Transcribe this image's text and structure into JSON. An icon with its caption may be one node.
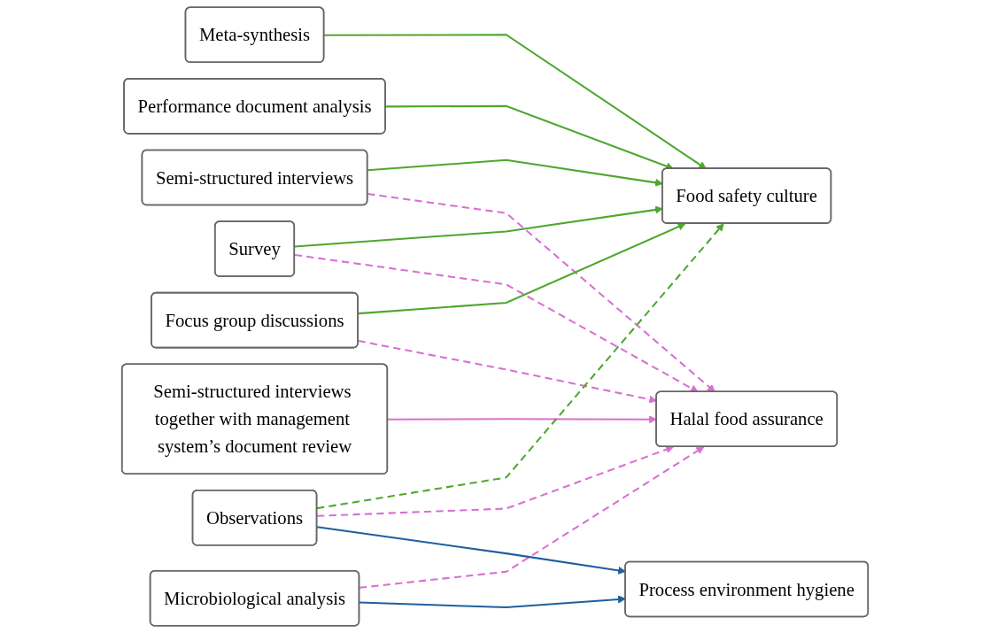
{
  "diagram": {
    "nodes": [
      {
        "text": [
          "Meta-synthesis"
        ]
      },
      {
        "text": [
          "Semi-structured interviews"
        ]
      },
      {
        "text": [
          "Survey"
        ]
      },
      {
        "text": [
          "Performance document analysis"
        ]
      },
      {
        "text": [
          "Focus group discussions"
        ]
      },
      {
        "text": [
          "Semi-structured interviews together with management system’s document review"
        ]
      },
      {
        "text": [
          "Microbiological analysis"
        ]
      },
      {
        "text": [
          "Observations"
        ]
      },
      {
        "text": [
          "Food safety culture"
        ]
      },
      {
        "text": [
          "Halal food assurance"
        ]
      },
      {
        "text": [
          "Process environment hygiene"
        ]
      }
    ],
    "edges": [
      {
        "from": 0,
        "to": 8,
        "arrow": "to",
        "color": "#4ea72e"
      },
      {
        "from": 1,
        "to": 8,
        "arrow": "to",
        "color": "#4ea72e"
      },
      {
        "from": 1,
        "to": 9,
        "arrow": "to",
        "style": "dashed",
        "color": "#d96fd3"
      },
      {
        "from": 2,
        "to": 8,
        "arrow": "to",
        "color": "#4ea72e"
      },
      {
        "from": 2,
        "to": 9,
        "arrow": "to",
        "style": "dashed",
        "color": "#d96fd3"
      },
      {
        "from": 3,
        "to": 8,
        "arrow": "to",
        "color": "#4ea72e"
      },
      {
        "from": 4,
        "to": 8,
        "arrow": "to",
        "color": "#4ea72e"
      },
      {
        "from": 4,
        "to": 9,
        "arrow": "to",
        "style": "dashed",
        "color": "#d96fd3"
      },
      {
        "from": 5,
        "to": 9,
        "arrow": "to",
        "color": "#d96fd3"
      },
      {
        "from": 6,
        "to": 9,
        "arrow": "to",
        "style": "dashed",
        "color": "#d96fd3"
      },
      {
        "from": 6,
        "to": 10,
        "arrow": "to",
        "color": "#1f5f9e"
      },
      {
        "from": 7,
        "to": 8,
        "arrow": "to",
        "style": "dashed",
        "color": "#4ea72e"
      },
      {
        "from": 7,
        "to": 9,
        "arrow": "to",
        "style": "dashed",
        "color": "#d96fd3"
      },
      {
        "from": 7,
        "to": 10,
        "arrow": "to",
        "color": "#1f5f9e"
      }
    ]
  }
}
